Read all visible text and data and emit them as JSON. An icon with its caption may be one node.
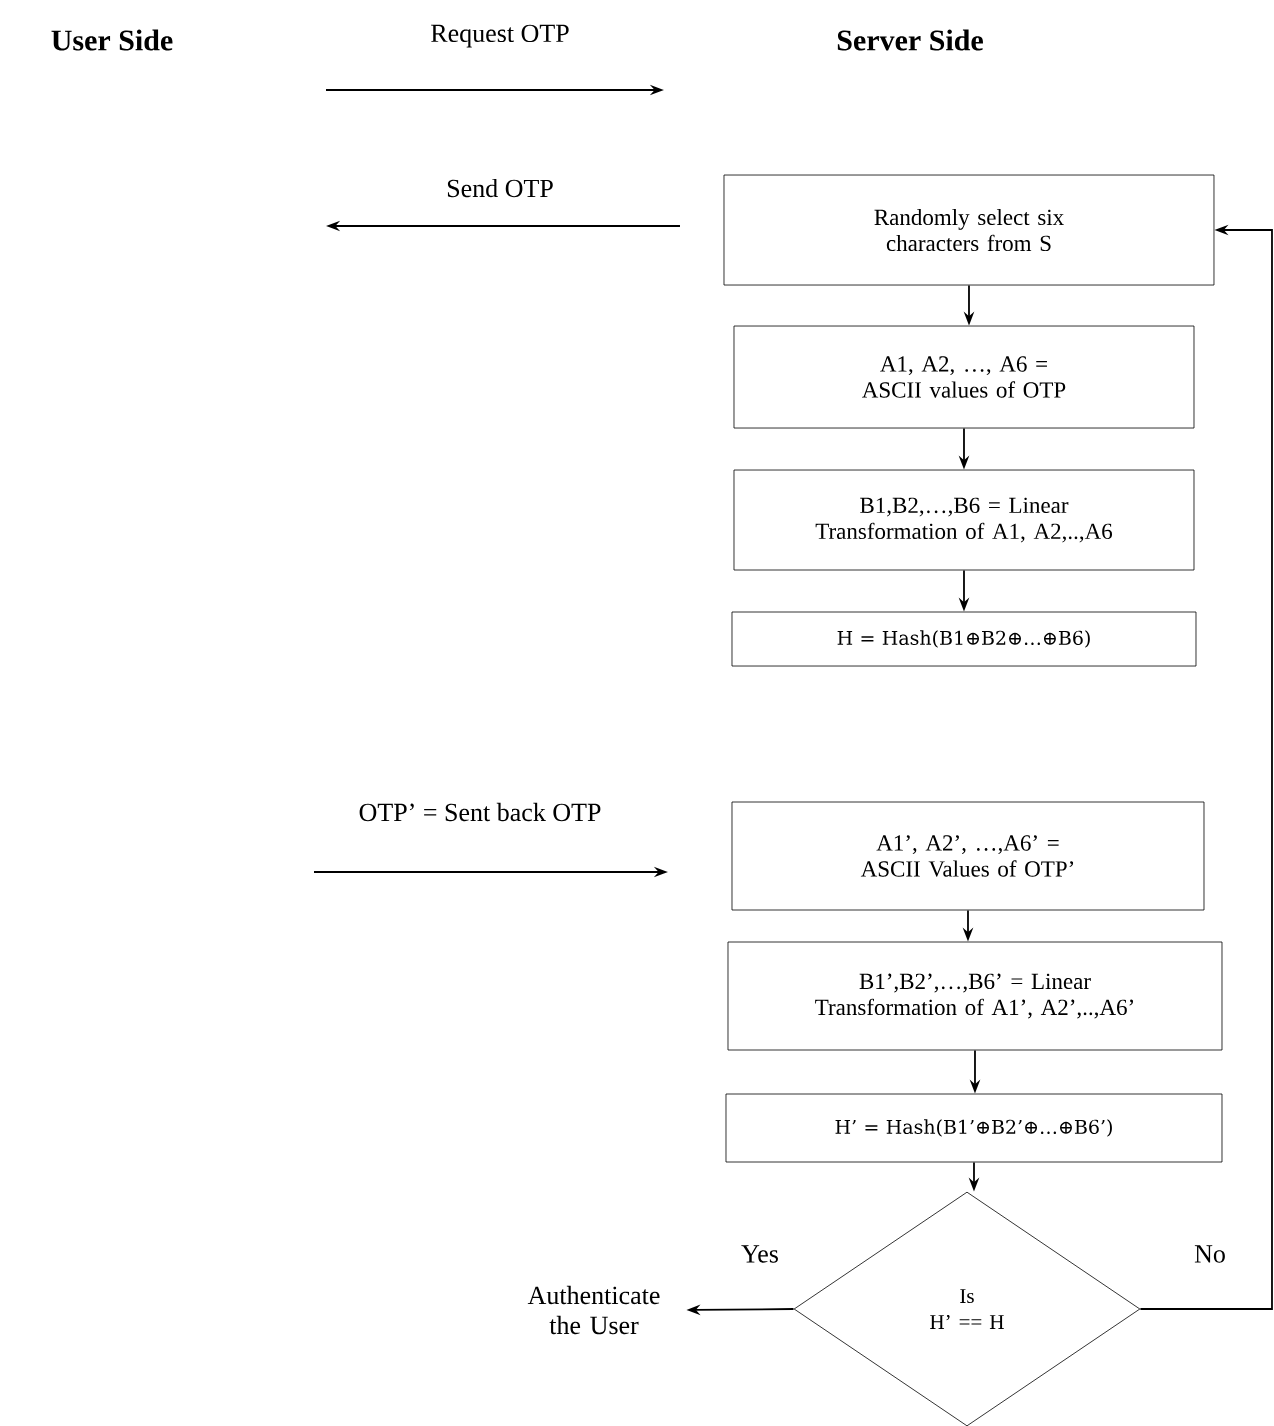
{
  "diagram": {
    "nodes": [
      {
        "text": [
          "Randomly select six characters from S"
        ]
      },
      {
        "text": [
          "A1, A2, …, A6 = ASCII values of OTP"
        ]
      },
      {
        "text": [
          "B1,B2,…,B6 = Linear Transformation of A1, A2,..,A6"
        ]
      },
      {
        "text": [
          "H = Hash(B1⊕B2⊕…⊕B6)"
        ]
      },
      {
        "text": [
          "A1’, A2’, …,A6’ = ASCII Values of OTP’"
        ]
      },
      {
        "text": [
          "B1’,B2’,…,B6’ = Linear Transformation of A1’, A2’,..,A6’"
        ]
      },
      {
        "text": [
          "H’ = Hash(B1’⊕B2’⊕…⊕B6’)"
        ]
      },
      {
        "text": [
          "Is",
          "H’ == H"
        ]
      },
      {
        "text": [
          "Authenticate the User"
        ]
      }
    ],
    "edges": [
      {
        "from": 0,
        "to": null,
        "arrow": "to",
        "label": "Send OTP"
      },
      {
        "from": 0,
        "to": 1,
        "arrow": "to"
      },
      {
        "from": 1,
        "to": 2,
        "arrow": "to"
      },
      {
        "from": 2,
        "to": 3,
        "arrow": "to"
      },
      {
        "from": null,
        "to": 4,
        "arrow": "to",
        "label": "OTP’ = Sent back OTP"
      },
      {
        "from": 4,
        "to": 5,
        "arrow": "to"
      },
      {
        "from": 5,
        "to": 6,
        "arrow": "to"
      },
      {
        "from": 6,
        "to": 7,
        "arrow": "to"
      },
      {
        "from": 7,
        "to": 8,
        "arrow": "to",
        "label": "Yes"
      },
      {
        "from": 7,
        "to": 0,
        "arrow": "to",
        "label": "No"
      }
    ],
    "labels": [
      "User Side",
      "Request OTP",
      "Server Side"
    ]
  }
}
